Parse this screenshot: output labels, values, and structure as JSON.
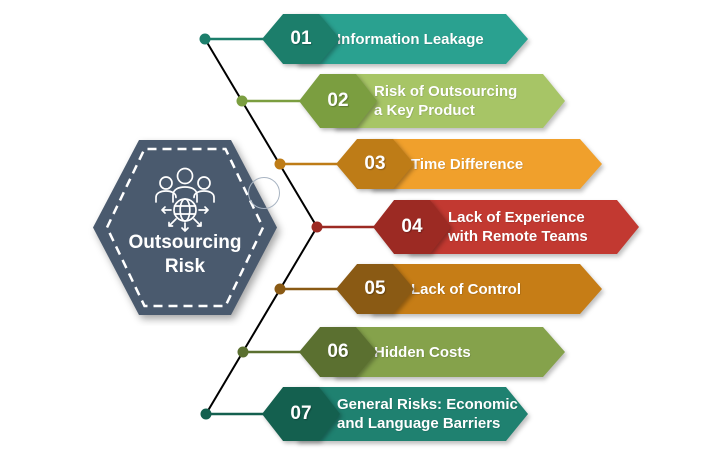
{
  "page": {
    "background": "#FFFFFF"
  },
  "hexagon": {
    "title_lines": [
      "Outsourcing",
      "Risk"
    ],
    "fill": "#4A5A6E",
    "border": {
      "style": "dashed",
      "color": "#FFFFFF"
    },
    "icon": "team-globe-icon"
  },
  "connector": {
    "zigzag_color": "#000000"
  },
  "decor": {
    "circle_color": "#A8B4C2"
  },
  "items": [
    {
      "number": "01",
      "label_lines": [
        "Information Leakage"
      ],
      "badge_color": "#1C7E6B",
      "body_color": "#2AA190"
    },
    {
      "number": "02",
      "label_lines": [
        "Risk of Outsourcing",
        "a Key Product"
      ],
      "badge_color": "#7B9E40",
      "body_color": "#A7C566"
    },
    {
      "number": "03",
      "label_lines": [
        "Time Difference"
      ],
      "badge_color": "#BE7C17",
      "body_color": "#F0A02C"
    },
    {
      "number": "04",
      "label_lines": [
        "Lack of Experience",
        "with Remote Teams"
      ],
      "badge_color": "#9C2A23",
      "body_color": "#C23931"
    },
    {
      "number": "05",
      "label_lines": [
        "Lack of Control"
      ],
      "badge_color": "#8A5A14",
      "body_color": "#C67D16"
    },
    {
      "number": "06",
      "label_lines": [
        "Hidden Costs"
      ],
      "badge_color": "#5B7030",
      "body_color": "#85A24B"
    },
    {
      "number": "07",
      "label_lines": [
        "General Risks: Economic",
        "and Language Barriers"
      ],
      "badge_color": "#14604F",
      "body_color": "#1F8170"
    }
  ]
}
